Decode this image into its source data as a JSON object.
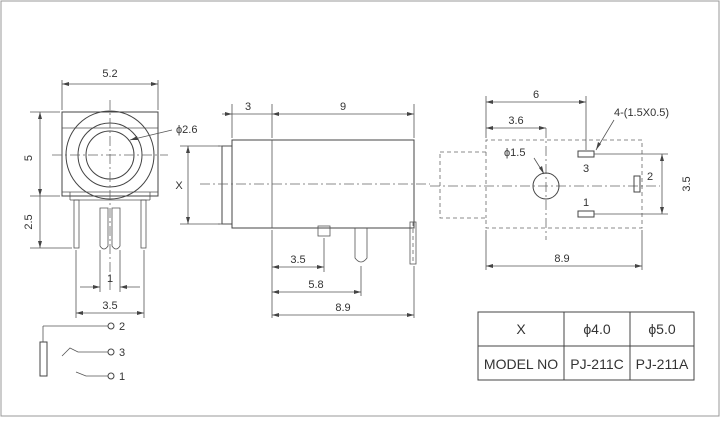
{
  "front_view": {
    "width_dim": "5.2",
    "height_dim": "5",
    "pin_height_dim": "2.5",
    "hole_dia_dim": "ϕ2.6",
    "pin_pitch_dim": "1",
    "pin_span_dim": "3.5"
  },
  "side_view": {
    "front_len_dim": "3",
    "body_len_dim": "9",
    "x_label": "X",
    "pin1_dim": "3.5",
    "pin2_dim": "5.8",
    "pin3_dim": "8.9"
  },
  "bottom_view": {
    "total_len_dim": "6",
    "hole_pos_dim": "3.6",
    "pad_note": "4-(1.5X0.5)",
    "hole_dia_dim": "ϕ1.5",
    "height_dim": "3.5",
    "length_dim": "8.9",
    "pin_labels": [
      "3",
      "2",
      "1"
    ]
  },
  "schematic": {
    "labels": [
      "2",
      "3",
      "1"
    ]
  },
  "table": {
    "header": [
      "X",
      "ϕ4.0",
      "ϕ5.0"
    ],
    "row": [
      "MODEL NO",
      "PJ-211C",
      "PJ-211A"
    ]
  }
}
